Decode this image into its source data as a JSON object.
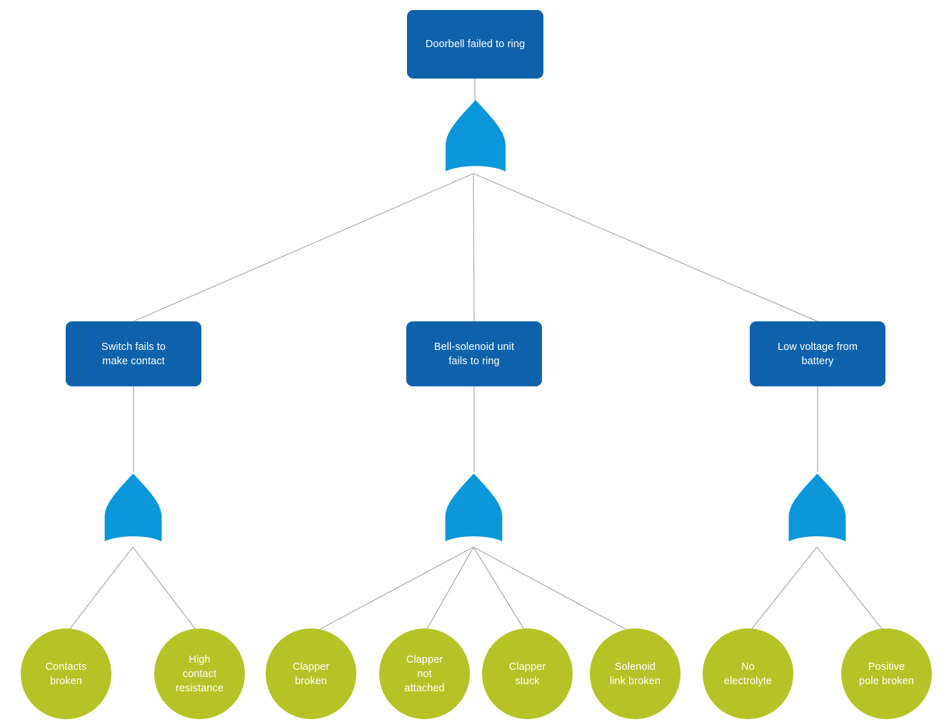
{
  "diagram": {
    "type": "fault-tree",
    "title_node": "Doorbell failed to ring",
    "colors": {
      "event_box": "#0d62ab",
      "gate": "#0b97da",
      "basic_event": "#b5c326",
      "connector": "#a9a9a9",
      "text": "#ffffff",
      "background": "#ffffff"
    },
    "top_event": {
      "label": "Doorbell failed to ring",
      "gate": {
        "kind": "or-gate",
        "name": "or-gate-top"
      }
    },
    "intermediate_events": [
      {
        "label": "Switch fails to\nmake contact",
        "gate": {
          "kind": "or-gate",
          "name": "or-gate-switch"
        },
        "basic_events": [
          {
            "label": "Contacts\nbroken"
          },
          {
            "label": "High\ncontact\nresistance"
          }
        ]
      },
      {
        "label": "Bell-solenoid unit\nfails to ring",
        "gate": {
          "kind": "or-gate",
          "name": "or-gate-bell-solenoid"
        },
        "basic_events": [
          {
            "label": "Clapper\nbroken"
          },
          {
            "label": "Clapper\nnot\nattached"
          },
          {
            "label": "Clapper\nstuck"
          },
          {
            "label": "Solenoid\nlink broken"
          }
        ]
      },
      {
        "label": "Low voltage from\nbattery",
        "gate": {
          "kind": "or-gate",
          "name": "or-gate-battery"
        },
        "basic_events": [
          {
            "label": "No\nelectrolyte"
          },
          {
            "label": "Positive\npole broken"
          }
        ]
      }
    ]
  }
}
